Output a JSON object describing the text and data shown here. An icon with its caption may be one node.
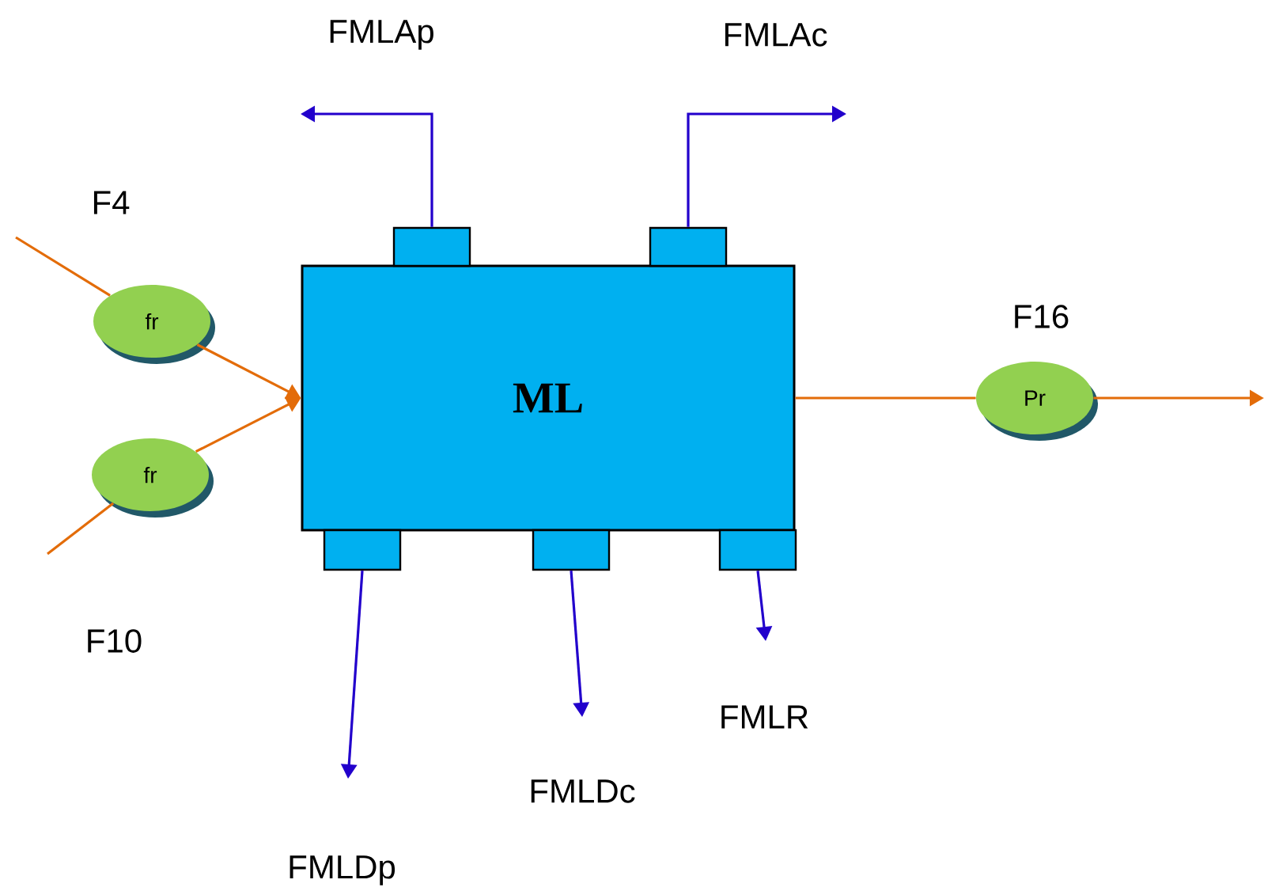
{
  "diagram": {
    "nodes": [
      {
        "text": [
          "ML"
        ]
      },
      {
        "text": [
          "fr"
        ]
      },
      {
        "text": [
          "fr"
        ]
      },
      {
        "text": [
          "Pr"
        ]
      },
      {
        "text": [],
        "shape": "box"
      },
      {
        "text": [],
        "shape": "box"
      },
      {
        "text": [],
        "shape": "box"
      },
      {
        "text": [],
        "shape": "box"
      },
      {
        "text": [],
        "shape": "box"
      }
    ],
    "edges": [
      {
        "from": null,
        "to": 1,
        "arrow": "none"
      },
      {
        "from": 1,
        "to": 0,
        "arrow": "to"
      },
      {
        "from": null,
        "to": 2,
        "arrow": "none"
      },
      {
        "from": 2,
        "to": 0,
        "arrow": "to"
      },
      {
        "from": 0,
        "to": 3,
        "arrow": "none"
      },
      {
        "from": 3,
        "to": null,
        "arrow": "to"
      },
      {
        "from": 4,
        "to": null,
        "arrow": "to",
        "color": "#2200cc"
      },
      {
        "from": 5,
        "to": null,
        "arrow": "to",
        "color": "#2200cc"
      },
      {
        "from": 6,
        "to": null,
        "arrow": "to",
        "color": "#2200cc"
      },
      {
        "from": 7,
        "to": null,
        "arrow": "to",
        "color": "#2200cc"
      },
      {
        "from": 8,
        "to": null,
        "arrow": "to",
        "color": "#2200cc"
      }
    ],
    "labels": [
      "FMLAp",
      "FMLAc",
      "F4",
      "F16",
      "F10",
      "FMLR",
      "FMLDc",
      "FMLDp"
    ]
  }
}
